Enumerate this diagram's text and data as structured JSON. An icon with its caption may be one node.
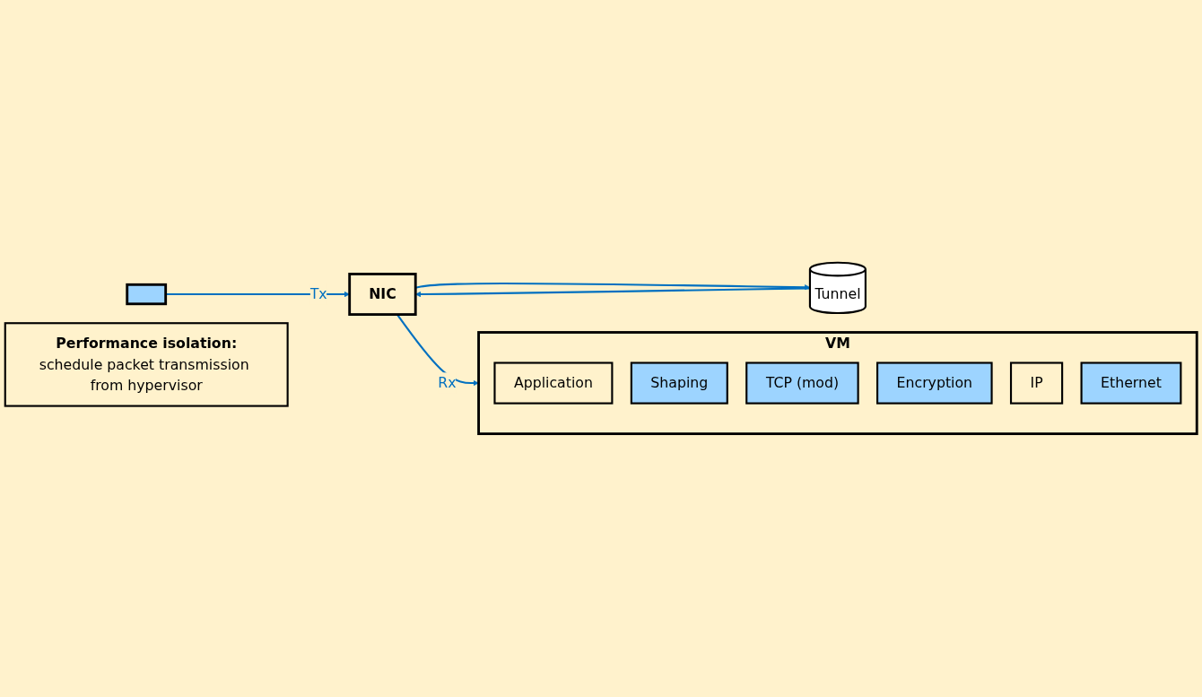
{
  "diagram": {
    "nodes": [
      {
        "text": [
          "VM"
        ]
      },
      {
        "text": [
          "Application"
        ],
        "in": 0
      },
      {
        "text": [
          "Shaping"
        ],
        "in": 0
      },
      {
        "text": [
          "TCP (mod)"
        ],
        "in": 0
      },
      {
        "text": [
          "Encryption"
        ],
        "in": 0
      },
      {
        "text": [
          "IP"
        ],
        "in": 0
      },
      {
        "text": [
          "Ethernet"
        ],
        "in": 0
      },
      {
        "text": [],
        "shape": "box"
      },
      {
        "text": [
          "Performance isolation:",
          "schedule packet transmission from hypervisor"
        ]
      },
      {
        "text": [
          "NIC"
        ]
      },
      {
        "text": [
          "Tunnel"
        ]
      }
    ],
    "edges": [
      {
        "from": 9,
        "to": 0,
        "arrow": "to",
        "label": "Rx"
      },
      {
        "from": 7,
        "to": 9,
        "arrow": "to",
        "label": "Tx"
      },
      {
        "from": 10,
        "to": 9,
        "arrow": "to"
      },
      {
        "from": 9,
        "to": 10,
        "arrow": "to"
      }
    ]
  }
}
